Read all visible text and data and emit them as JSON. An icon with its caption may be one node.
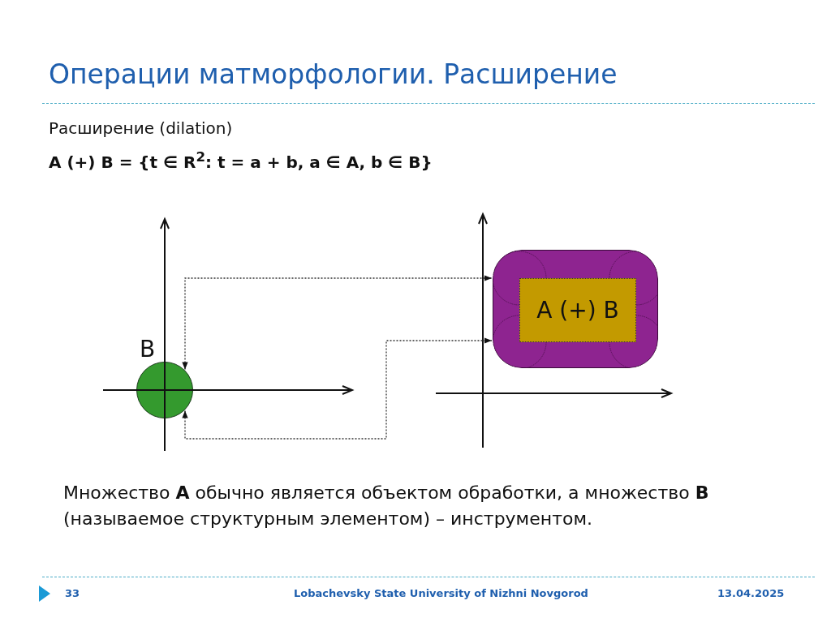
{
  "diagram": {
    "title": "Операции матморфологии. Расширение",
    "nodes": [
      {
        "text": [
          "B"
        ]
      },
      {
        "text": [],
        "shape": "box"
      },
      {
        "text": [
          "A (+) B"
        ],
        "in": 1
      }
    ],
    "edges": [
      {
        "from": 0,
        "to": 1,
        "arrow": "both",
        "style": "dashed"
      },
      {
        "from": 0,
        "to": 1,
        "arrow": "both",
        "style": "dashed"
      }
    ],
    "labels": [
      "Расширение (dilation)",
      "A (+) B = {t ∈ R$^{2}$: t = a + b, a ∈ A, b ∈ B}",
      "Множество **A** обычно является объектом обработки, а множество **B** (называемое структурным элементом) – инструментом.",
      "33",
      "Lobachevsky State University of Nizhni Novgorod",
      "13.04.2025"
    ]
  }
}
